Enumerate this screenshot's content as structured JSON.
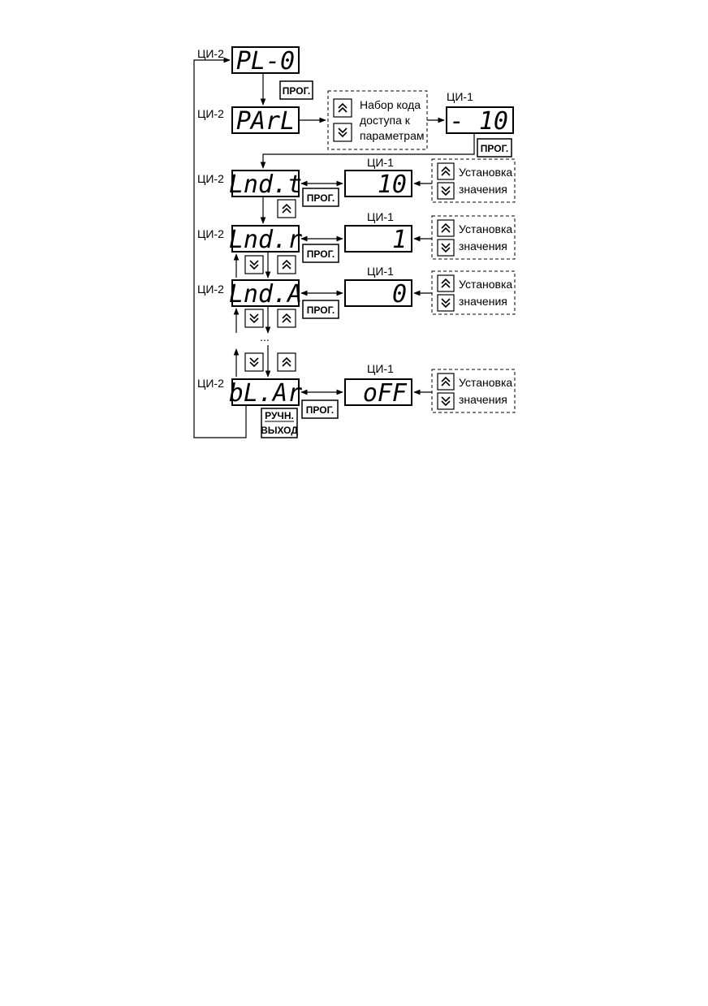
{
  "labels": {
    "ci2": "ЦИ-2",
    "ci1": "ЦИ-1"
  },
  "buttons": {
    "prog": "ПРОГ.",
    "manual_top": "РУЧН.",
    "manual_bottom": "ВЫХОД"
  },
  "access_box": {
    "line1": "Набор кода",
    "line2": "доступа к",
    "line3": "параметрам"
  },
  "set_value": {
    "line1": "Установка",
    "line2": "значения"
  },
  "ellipsis": "...",
  "ci2_displays": [
    "PL-0",
    "PArL",
    "Lnd.t",
    "Lnd.r",
    "Lnd.A",
    "bL.Ar"
  ],
  "ci1_displays": [
    "- 10",
    "10",
    "1",
    "0",
    "oFF"
  ]
}
